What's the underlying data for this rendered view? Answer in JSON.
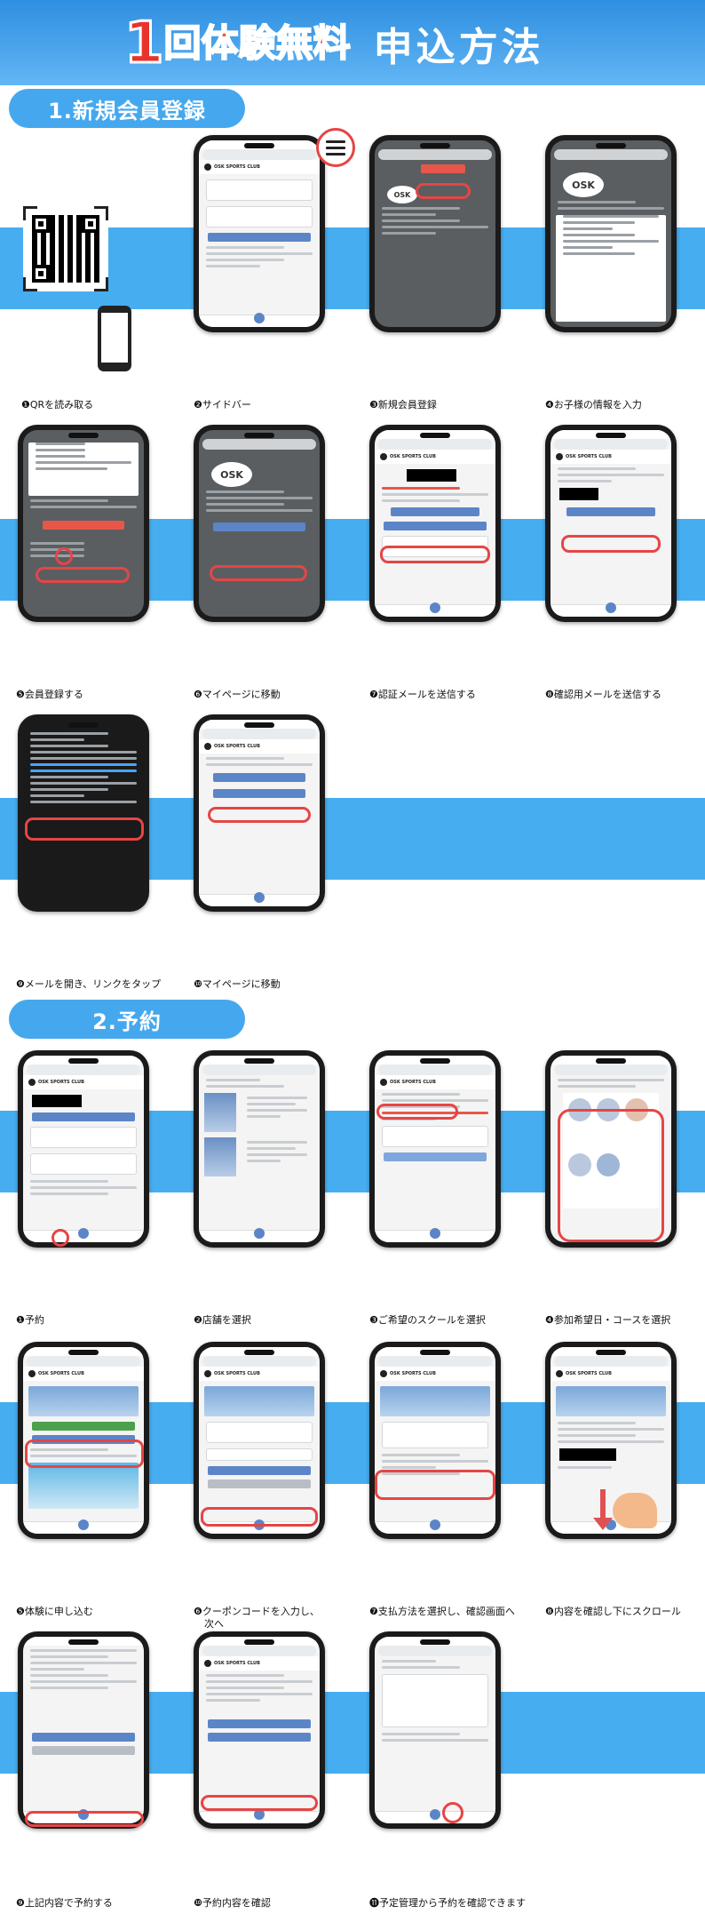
{
  "header": {
    "one": "1",
    "rainbow": [
      {
        "ch": "回",
        "color": "#ffd23a"
      },
      {
        "ch": "体",
        "color": "#f0542d"
      },
      {
        "ch": "験",
        "color": "#9b5fd3"
      },
      {
        "ch": "無",
        "color": "#f2993a"
      },
      {
        "ch": "料",
        "color": "#e8332c"
      }
    ],
    "main": "申込方法"
  },
  "sections": {
    "registration": "1.新規会員登録",
    "reservation": "2.予約"
  },
  "captions": {
    "r1": "❶QRを読み取る",
    "r2": "❷サイドバー",
    "r3": "❸新規会員登録",
    "r4": "❹お子様の情報を入力",
    "r5": "❺会員登録する",
    "r6": "❻マイページに移動",
    "r7": "❼認証メールを送信する",
    "r8": "❽確認用メールを送信する",
    "r9": "❾メールを開き、リンクをタップ",
    "r10": "❿マイページに移動",
    "b1": "❶予約",
    "b2": "❷店舗を選択",
    "b3": "❸ご希望のスクールを選択",
    "b4": "❹参加希望日・コースを選択",
    "b5": "❺体験に申し込む",
    "b6a": "❻クーポンコードを入力し、",
    "b6b": "次へ",
    "b7": "❼支払方法を選択し、確認画面へ",
    "b8": "❽内容を確認し下にスクロール",
    "b9": "❾上記内容で予約する",
    "b10": "❿予約内容を確認",
    "b11": "⓫予定管理から予約を確認できます"
  },
  "phone": {
    "brand": "OSK SPORTS CLUB",
    "logo": "OSK"
  }
}
